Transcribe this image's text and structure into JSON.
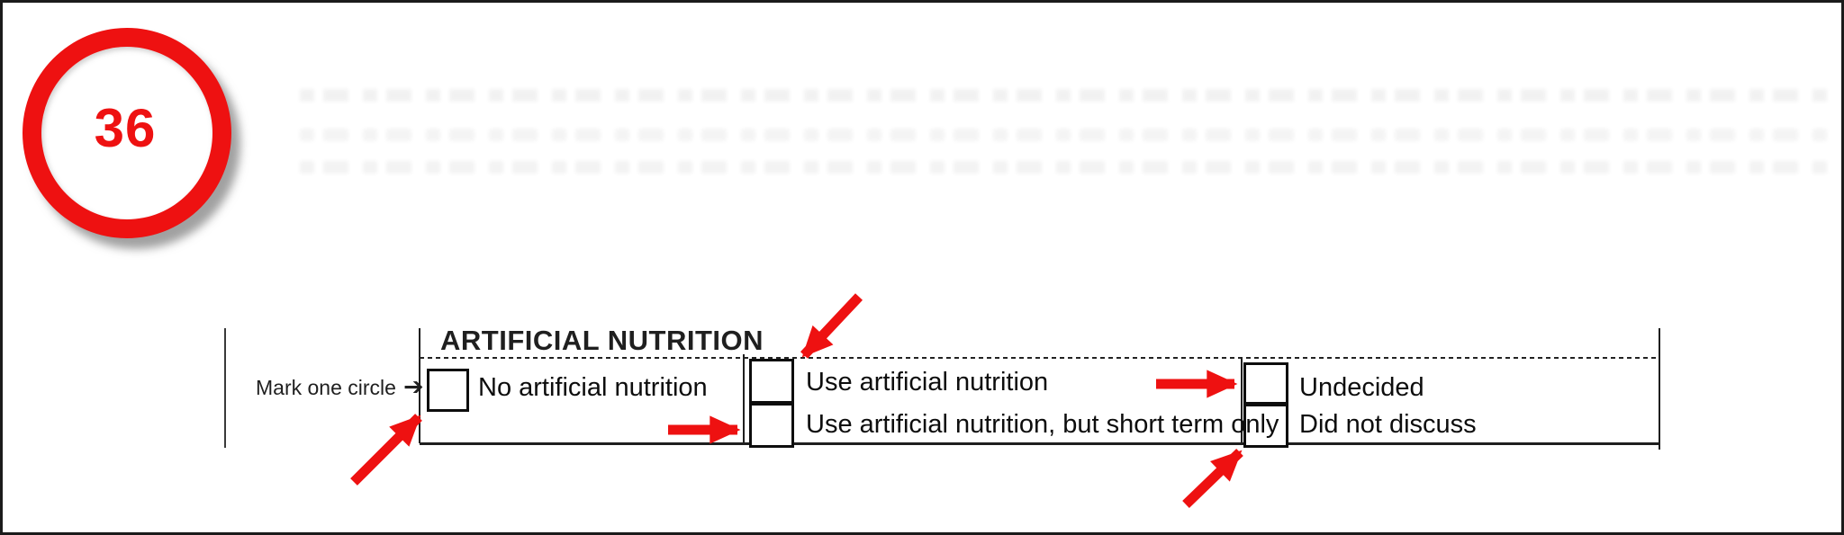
{
  "badge": {
    "number": "36"
  },
  "form": {
    "section_header": "ARTIFICIAL NUTRITION",
    "instruction": "Mark one circle",
    "instruction_arrow_icon": "➔",
    "columns": [
      {
        "options": [
          {
            "label": "No artificial nutrition",
            "checked": false
          }
        ]
      },
      {
        "options": [
          {
            "label": "Use artificial nutrition",
            "checked": false
          },
          {
            "label": "Use artificial nutrition, but short term only",
            "checked": false
          }
        ]
      },
      {
        "options": [
          {
            "label": "Undecided",
            "checked": false
          },
          {
            "label": "Did not discuss",
            "checked": false
          }
        ]
      }
    ]
  },
  "annotations": {
    "arrow_count": 5,
    "arrow_targets": [
      "No artificial nutrition checkbox",
      "Use artificial nutrition checkbox",
      "Use artificial nutrition, but short term only checkbox",
      "Undecided checkbox",
      "Did not discuss checkbox"
    ]
  },
  "colors": {
    "annotation_red": "#ee1111",
    "line_black": "#1f1f1f",
    "background": "#ffffff"
  }
}
